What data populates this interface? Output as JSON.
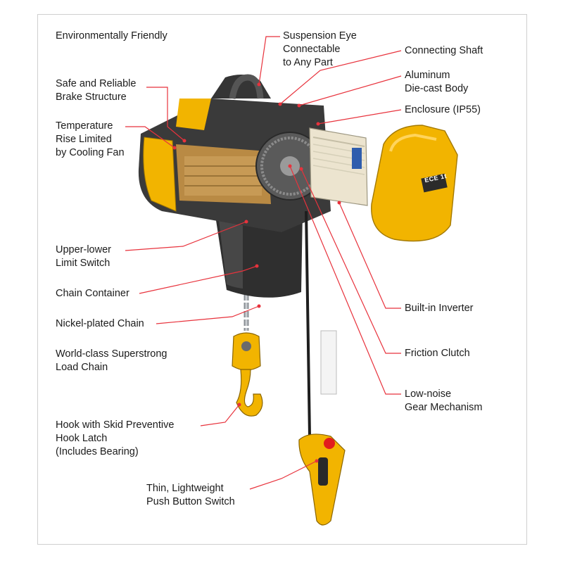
{
  "diagram": {
    "left_labels": [
      {
        "id": "environmentally-friendly",
        "text": "Environmentally Friendly"
      },
      {
        "id": "brake-structure",
        "text": "Safe and Reliable\nBrake Structure"
      },
      {
        "id": "cooling-fan",
        "text": "Temperature\nRise Limited\nby Cooling Fan"
      },
      {
        "id": "limit-switch",
        "text": "Upper-lower\nLimit Switch"
      },
      {
        "id": "chain-container",
        "text": "Chain Container"
      },
      {
        "id": "nickel-chain",
        "text": "Nickel-plated Chain"
      },
      {
        "id": "load-chain",
        "text": "World-class Superstrong\nLoad Chain"
      },
      {
        "id": "hook-latch",
        "text": "Hook with Skid Preventive\nHook Latch\n(Includes Bearing)"
      },
      {
        "id": "push-button",
        "text": "Thin, Lightweight\nPush Button Switch"
      }
    ],
    "right_labels": [
      {
        "id": "suspension-eye",
        "text": "Suspension Eye\nConnectable\nto Any Part"
      },
      {
        "id": "connecting-shaft",
        "text": "Connecting Shaft"
      },
      {
        "id": "die-cast-body",
        "text": "Aluminum\nDie-cast Body"
      },
      {
        "id": "enclosure",
        "text": "Enclosure (IP55)"
      },
      {
        "id": "inverter",
        "text": "Built-in Inverter"
      },
      {
        "id": "friction-clutch",
        "text": "Friction Clutch"
      },
      {
        "id": "gear-mechanism",
        "text": "Low-noise\nGear Mechanism"
      }
    ],
    "enclosure_badge": "ECE 1t",
    "colors": {
      "leader": "#e8323c",
      "body_yellow": "#f2b400",
      "body_dark": "#3a3a3a",
      "frame": "#cfcfcf"
    }
  }
}
